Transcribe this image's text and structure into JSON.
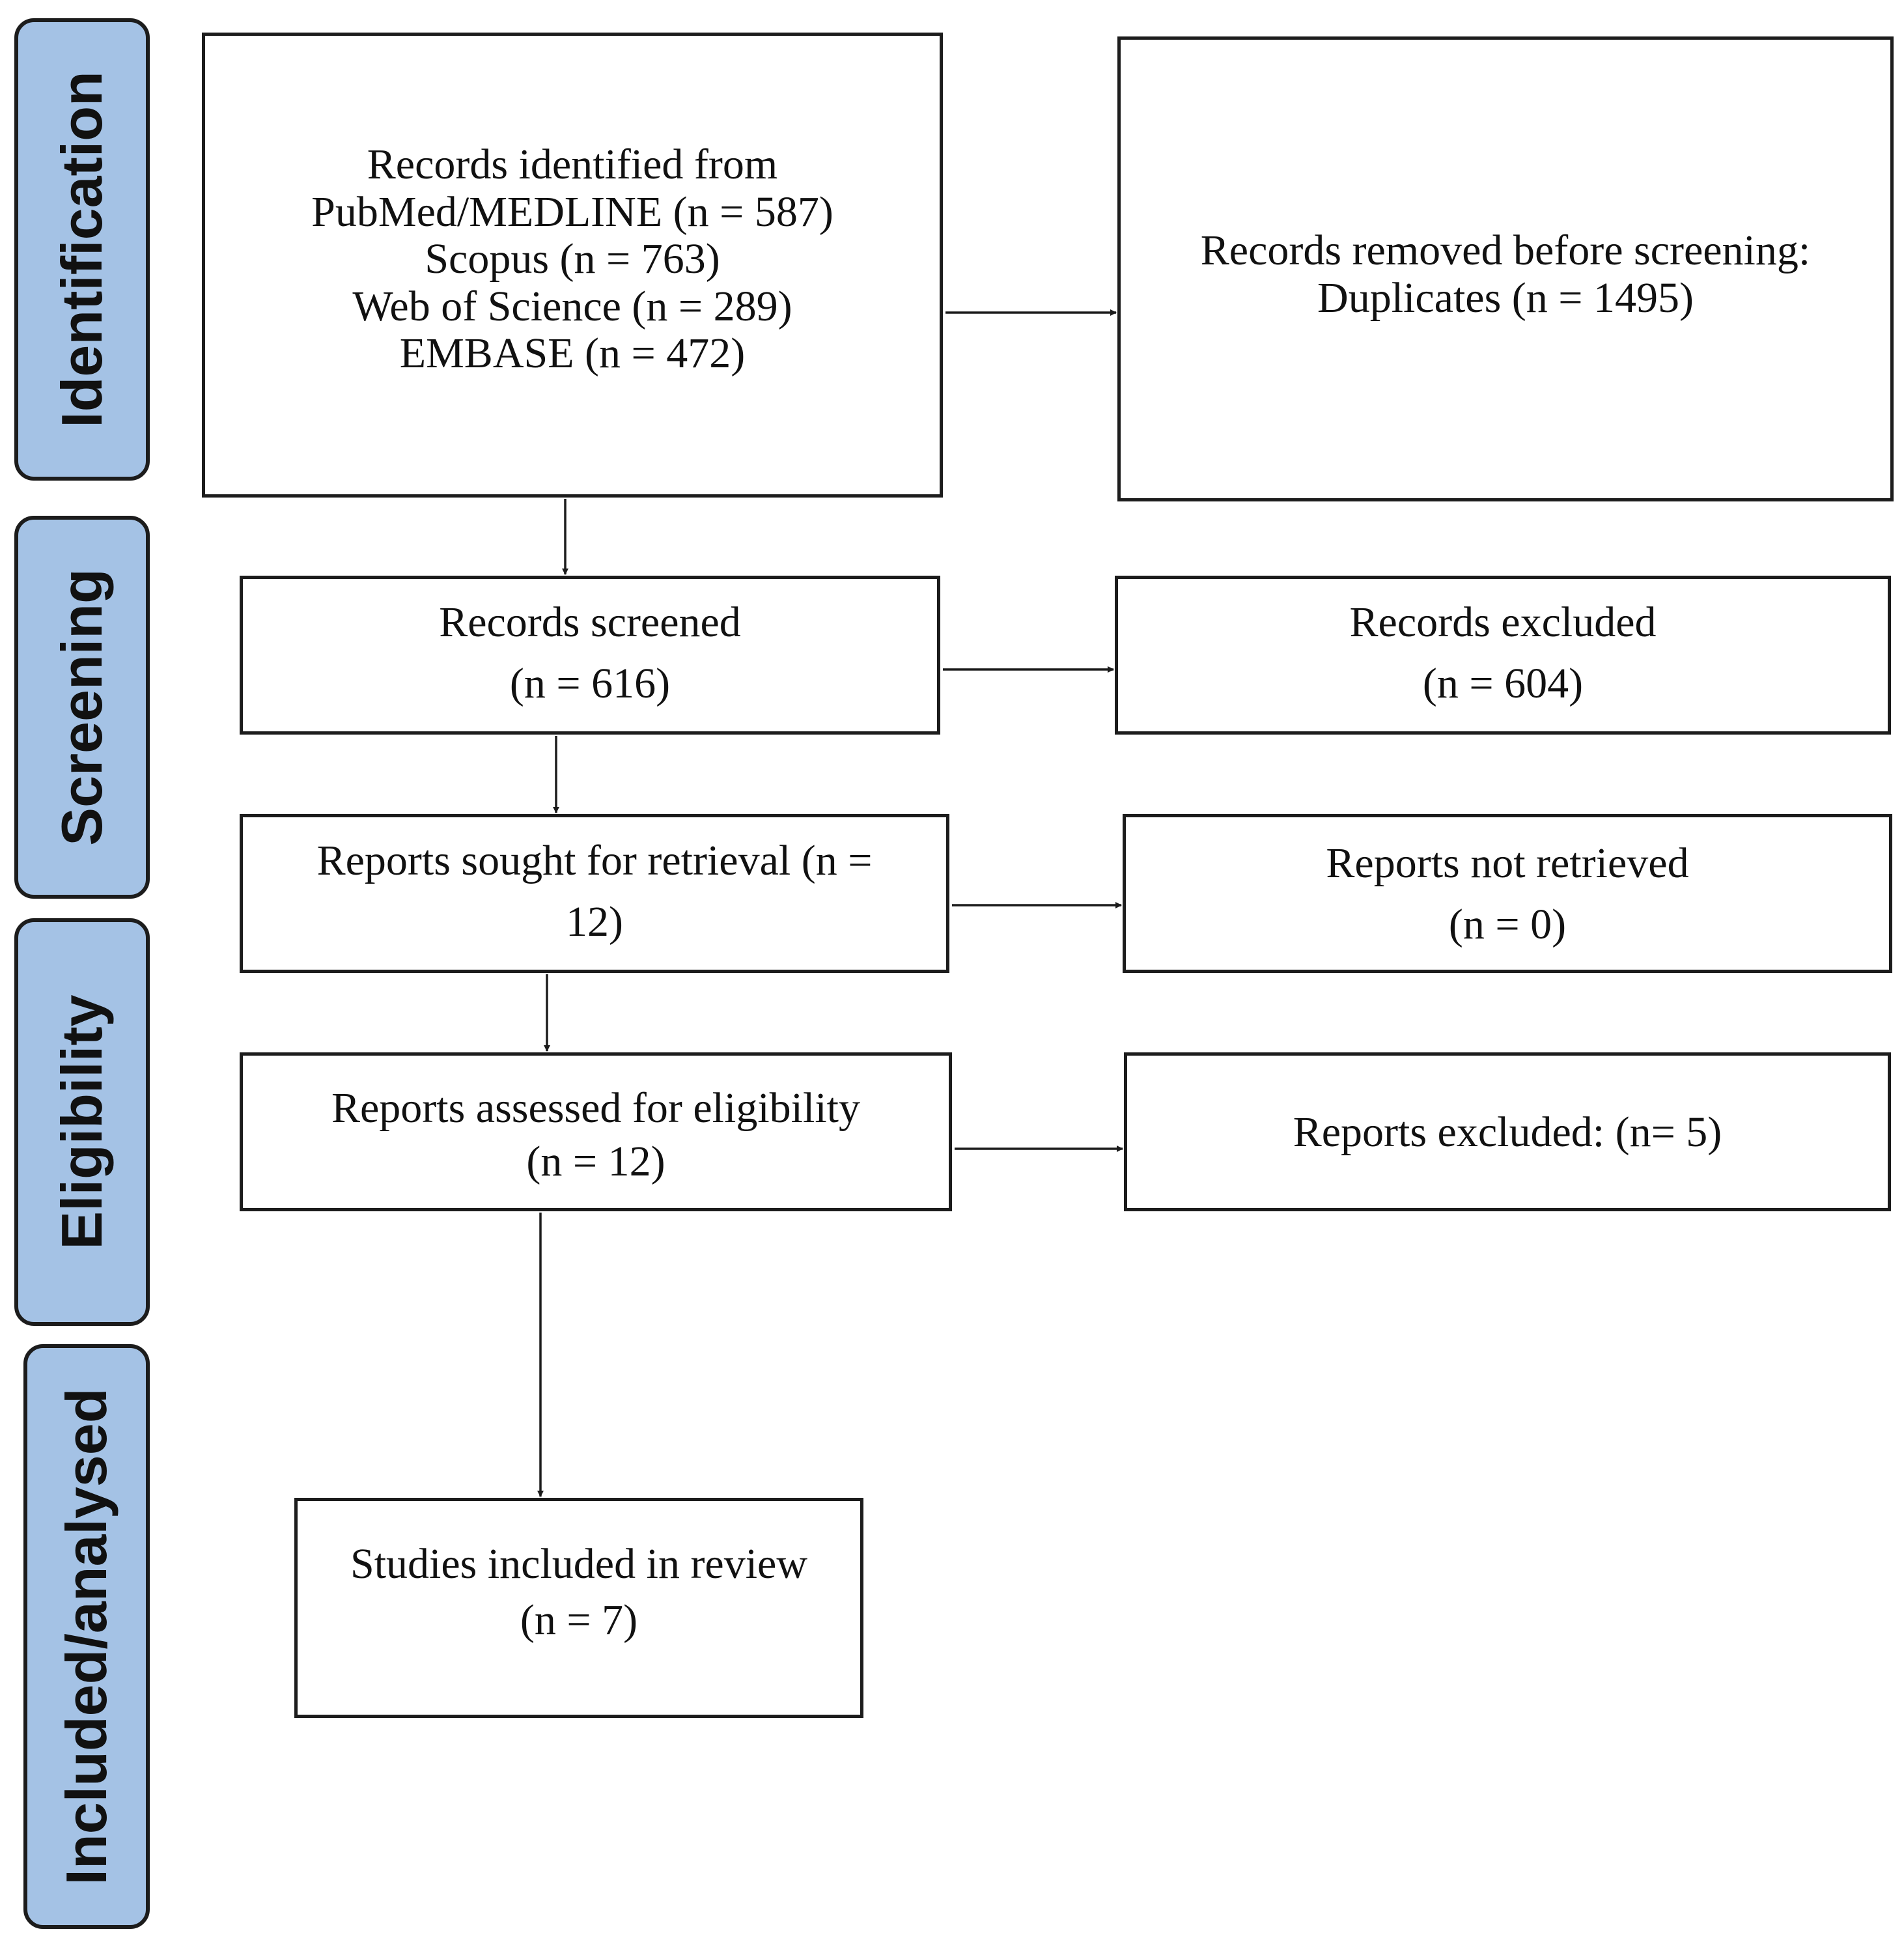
{
  "colors": {
    "phase_fill": "#a4c2e5",
    "stroke": "#1c1c1c"
  },
  "phases": {
    "identification": "Identification",
    "screening": "Screening",
    "eligibility": "Eligibility",
    "included": "Included/analysed"
  },
  "boxes": {
    "records_identified": {
      "lines": [
        "Records identified from",
        "PubMed/MEDLINE (n = 587)",
        "Scopus (n = 763)",
        "Web of Science (n = 289)",
        "EMBASE (n = 472)"
      ]
    },
    "records_removed": {
      "lines": [
        "Records removed before screening:",
        "Duplicates (n = 1495)"
      ]
    },
    "records_screened": {
      "lines": [
        "Records screened",
        "(n = 616)"
      ]
    },
    "records_excluded": {
      "lines": [
        "Records excluded",
        "(n = 604)"
      ]
    },
    "reports_sought": {
      "lines": [
        "Reports sought for retrieval (n =",
        "12)"
      ]
    },
    "reports_not_retrieved": {
      "lines": [
        "Reports not retrieved",
        "(n = 0)"
      ]
    },
    "reports_assessed": {
      "lines": [
        "Reports assessed for eligibility",
        "(n = 12)"
      ]
    },
    "reports_excluded": {
      "lines": [
        "Reports excluded: (n= 5)"
      ]
    },
    "studies_included": {
      "lines": [
        "Studies included in review",
        "(n = 7)"
      ]
    }
  }
}
